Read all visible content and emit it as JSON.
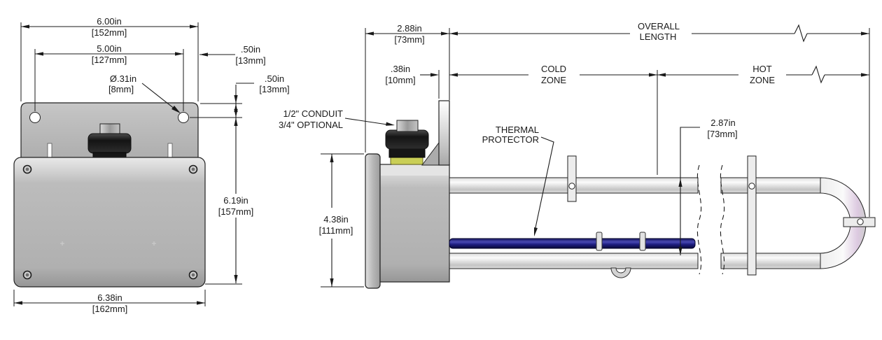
{
  "front_view": {
    "dims": {
      "outer_width": {
        "in": "6.00in",
        "mm": "[152mm]"
      },
      "hole_spacing": {
        "in": "5.00in",
        "mm": "[127mm]"
      },
      "edge_offset": {
        "in": ".50in",
        "mm": "[13mm]"
      },
      "hole_top_offset": {
        "in": ".50in",
        "mm": "[13mm]"
      },
      "hole_diameter": {
        "in": "Ø.31in",
        "mm": "[8mm]"
      },
      "plate_height": {
        "in": "6.19in",
        "mm": "[157mm]"
      },
      "box_width": {
        "in": "6.38in",
        "mm": "[162mm]"
      }
    }
  },
  "side_view": {
    "dims": {
      "enclosure_depth": {
        "in": "2.88in",
        "mm": "[73mm]"
      },
      "bracket_thickness": {
        "in": ".38in",
        "mm": "[10mm]"
      },
      "enclosure_height": {
        "in": "4.38in",
        "mm": "[111mm]"
      },
      "element_spacing": {
        "in": "2.87in",
        "mm": "[73mm]"
      }
    },
    "labels": {
      "overall_length": {
        "line1": "OVERALL",
        "line2": "LENGTH"
      },
      "cold_zone": {
        "line1": "COLD",
        "line2": "ZONE"
      },
      "hot_zone": {
        "line1": "HOT",
        "line2": "ZONE"
      },
      "conduit": {
        "line1": "1/2\" CONDUIT",
        "line2": "3/4\" OPTIONAL"
      },
      "thermal_protector": {
        "line1": "THERMAL",
        "line2": "PROTECTOR"
      }
    }
  },
  "colors": {
    "line": "#1a1a1a",
    "metal_gray": "#b5b5b5",
    "cap_black": "#1c1c1c",
    "gasket_yellow": "#c9ce56",
    "element_blue": "#1b1b70",
    "bend_tint": "#dcc9e0",
    "background": "#ffffff"
  }
}
